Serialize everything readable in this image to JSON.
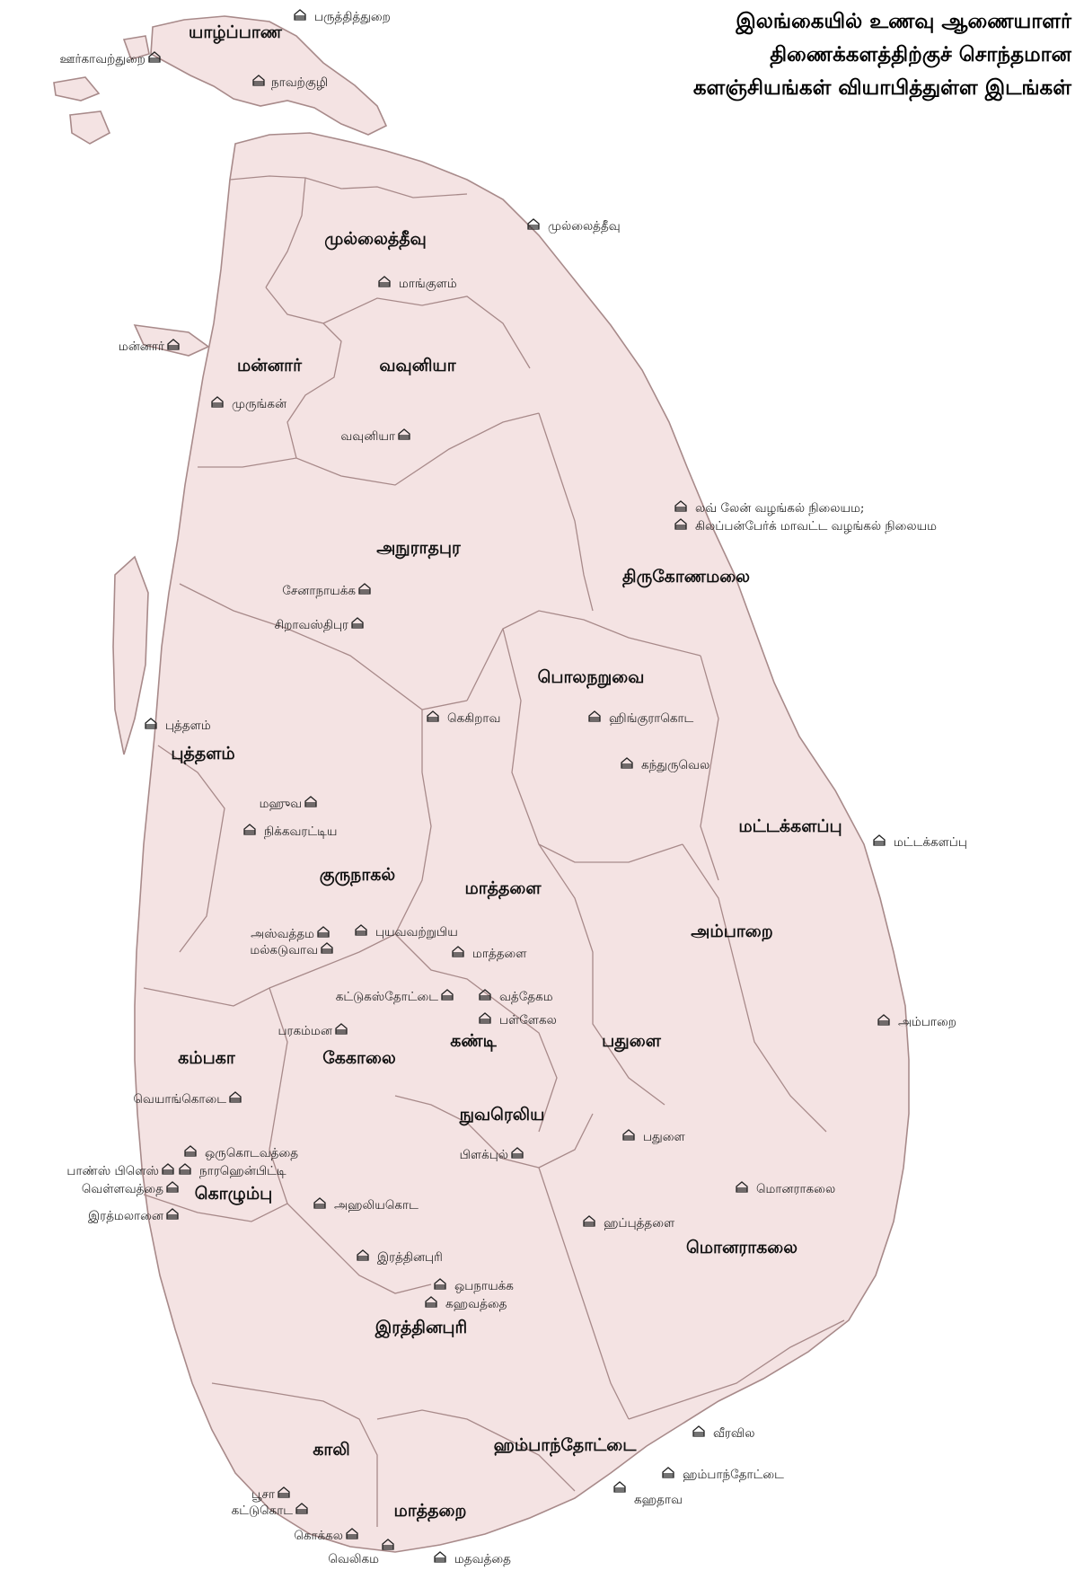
{
  "title": {
    "line1": "இலங்கையில் உணவு ஆணையாளர்",
    "line2": "திணைக்களத்திற்குச் சொந்தமான",
    "line3": "களஞ்சியங்கள் வியாபித்துள்ள இடங்கள்"
  },
  "colors": {
    "land": "#f4e3e3",
    "border": "#a88a8a",
    "text": "#111111"
  },
  "icons": {
    "store": "warehouse-icon"
  },
  "districts": [
    {
      "id": "jaffna",
      "label": "யாழ்ப்பாண"
    },
    {
      "id": "mullaitivu",
      "label": "முல்லைத்தீவு"
    },
    {
      "id": "mannar",
      "label": "மன்னார்"
    },
    {
      "id": "vavuniya",
      "label": "வவுனியா"
    },
    {
      "id": "anuradhapura",
      "label": "அநுராதபுர"
    },
    {
      "id": "trincomalee",
      "label": "திருகோணமலை"
    },
    {
      "id": "polonnaruwa",
      "label": "பொலநறுவை"
    },
    {
      "id": "puttalam",
      "label": "புத்தளம்"
    },
    {
      "id": "kurunegala",
      "label": "குருநாகல்"
    },
    {
      "id": "matale",
      "label": "மாத்தளை"
    },
    {
      "id": "batticaloa",
      "label": "மட்டக்களப்பு"
    },
    {
      "id": "ampara",
      "label": "அம்பாறை"
    },
    {
      "id": "gampaha",
      "label": "கம்பகா"
    },
    {
      "id": "kegalle",
      "label": "கேகாலை"
    },
    {
      "id": "kandy",
      "label": "கண்டி"
    },
    {
      "id": "badulla",
      "label": "பதுளை"
    },
    {
      "id": "nuwaraeliya",
      "label": "நுவரெலிய"
    },
    {
      "id": "colombo",
      "label": "கொழும்பு"
    },
    {
      "id": "monaragala",
      "label": "மொனராகலை"
    },
    {
      "id": "ratnapura",
      "label": "இரத்தினபுரி"
    },
    {
      "id": "galle",
      "label": "காலி"
    },
    {
      "id": "hambantota",
      "label": "ஹம்பாந்தோட்டை"
    },
    {
      "id": "matara",
      "label": "மாத்தறை"
    }
  ],
  "stores": [
    {
      "id": "point-pedro",
      "label": "பருத்தித்துறை"
    },
    {
      "id": "kayts",
      "label": "ஊர்காவற்துறை"
    },
    {
      "id": "navatkuli",
      "label": "நாவற்குழி"
    },
    {
      "id": "mullaitivu-store",
      "label": "முல்லைத்தீவு"
    },
    {
      "id": "mankulam",
      "label": "மாங்குளம்"
    },
    {
      "id": "mannar-store",
      "label": "மன்னார்"
    },
    {
      "id": "murunkan",
      "label": "முருங்கன்"
    },
    {
      "id": "vavuniya-store",
      "label": "வவுனியா"
    },
    {
      "id": "love-lane",
      "label": "லவ் லேன் வழங்கல் நிலையம;"
    },
    {
      "id": "clappenburg",
      "label": "கிலப்பன்பேர்க் மாவட்ட வழங்கல் நிலையம"
    },
    {
      "id": "senanayake",
      "label": "சேனாநாயக்க"
    },
    {
      "id": "sravasthipura",
      "label": "சிறாவஸ்திபுர"
    },
    {
      "id": "puttalam-store",
      "label": "புத்தளம்"
    },
    {
      "id": "kekirawa",
      "label": "கெகிறாவ"
    },
    {
      "id": "hingurakgoda",
      "label": "ஹிங்குராகொட"
    },
    {
      "id": "kanduruwela",
      "label": "கந்துருவெல"
    },
    {
      "id": "maho",
      "label": "மஹுவ"
    },
    {
      "id": "nikaweratiya",
      "label": "நிக்கவரட்டிய"
    },
    {
      "id": "batticaloa-store",
      "label": "மட்டக்களப்பு"
    },
    {
      "id": "aswedduma",
      "label": "அஸ்வத்தம"
    },
    {
      "id": "malkaduwawa",
      "label": "மல்கடுவாவ"
    },
    {
      "id": "puwakpitiya",
      "label": "புயவவற்றுபிய"
    },
    {
      "id": "matale-store",
      "label": "மாத்தளை"
    },
    {
      "id": "kattugastota",
      "label": "கட்டுகஸ்தோட்டை"
    },
    {
      "id": "watadeniya",
      "label": "வத்தேகம"
    },
    {
      "id": "pallekele",
      "label": "பள்ளேகல"
    },
    {
      "id": "paragammana",
      "label": "பரகம்மன"
    },
    {
      "id": "ampara-store",
      "label": "அம்பாறை"
    },
    {
      "id": "veyangoda",
      "label": "வெயாங்கொடை"
    },
    {
      "id": "orugodawatta",
      "label": "ஒருகொடவத்தை"
    },
    {
      "id": "pamankada",
      "label": "பாண்ஸ் பிளெஸ்"
    },
    {
      "id": "narahenpita",
      "label": "நாரஹென்பிட்டி"
    },
    {
      "id": "wellawatte",
      "label": "வெள்ளவத்தை"
    },
    {
      "id": "ratmalana",
      "label": "இரத்மலானை"
    },
    {
      "id": "awissawella",
      "label": "அஹலியகொட"
    },
    {
      "id": "blackpool",
      "label": "பிளக்புல்"
    },
    {
      "id": "badulla-store",
      "label": "பதுளை"
    },
    {
      "id": "monaragala-store",
      "label": "மொனராகலை"
    },
    {
      "id": "haputale",
      "label": "ஹப்புத்தளை"
    },
    {
      "id": "ratnapura-store",
      "label": "இரத்தினபுரி"
    },
    {
      "id": "pelmadulla",
      "label": "ஒபநாயக்க"
    },
    {
      "id": "kahawatta",
      "label": "கஹவத்தை"
    },
    {
      "id": "weerawila",
      "label": "வீரவில"
    },
    {
      "id": "hambantota-store",
      "label": "ஹம்பாந்தோட்டை"
    },
    {
      "id": "kahatagasdigiliya",
      "label": "கஹதாவ"
    },
    {
      "id": "boossa",
      "label": "பூசா"
    },
    {
      "id": "kattugoda",
      "label": "கட்டுகொட"
    },
    {
      "id": "koggala",
      "label": "கொக்கல"
    },
    {
      "id": "weligama",
      "label": "வெலிகம"
    },
    {
      "id": "deniyaya",
      "label": "மதவத்தை"
    }
  ]
}
